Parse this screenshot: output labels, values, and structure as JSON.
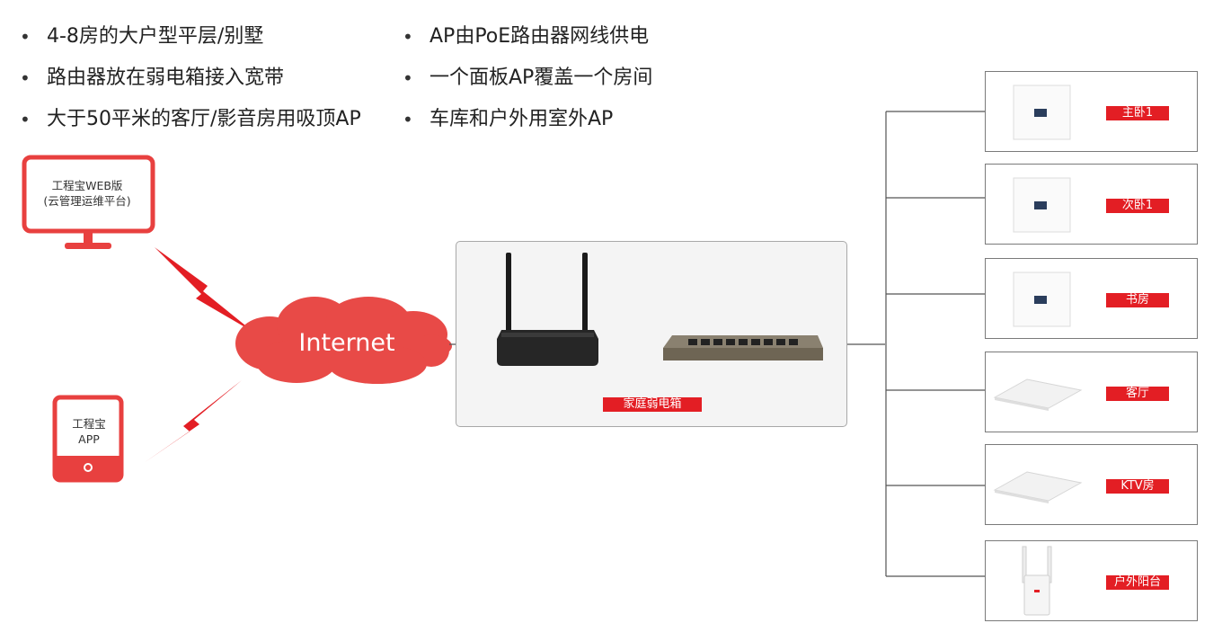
{
  "bullets_left": [
    "4-8房的大户型平层/别墅",
    "路由器放在弱电箱接入宽带",
    "大于50平米的客厅/影音房用吸顶AP"
  ],
  "bullets_right": [
    "AP由PoE路由器网线供电",
    "一个面板AP覆盖一个房间",
    "车库和户外用室外AP"
  ],
  "bullet_glyph": "•",
  "monitor": {
    "line1": "工程宝WEB版",
    "line2": "(云管理运维平台)"
  },
  "phone": {
    "line1": "工程宝",
    "line2": "APP"
  },
  "internet": "Internet",
  "box_label": "家庭弱电箱",
  "rooms": [
    {
      "label": "主卧1",
      "device": "panel-ap"
    },
    {
      "label": "次卧1",
      "device": "panel-ap"
    },
    {
      "label": "书房",
      "device": "panel-ap"
    },
    {
      "label": "客厅",
      "device": "ceiling-ap"
    },
    {
      "label": "KTV房",
      "device": "ceiling-ap"
    },
    {
      "label": "户外阳台",
      "device": "outdoor-ap"
    }
  ],
  "colors": {
    "accent": "#e31e24",
    "line": "#555555",
    "bolt": "#e31e24"
  }
}
